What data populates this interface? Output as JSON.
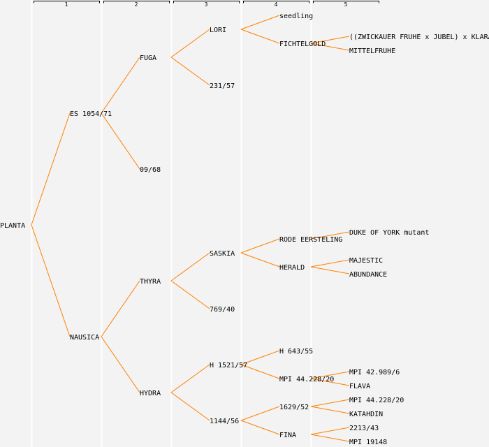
{
  "colors": {
    "background": "#f3f3f3",
    "branch": "#ff8000",
    "column_divider": "#ffffff",
    "text": "#000000"
  },
  "generations": [
    "1",
    "2",
    "3",
    "4",
    "5"
  ],
  "tree": {
    "name": "PLANTA",
    "children": [
      {
        "name": "ES 1054/71",
        "children": [
          {
            "name": "FUGA",
            "children": [
              {
                "name": "LORI",
                "children": [
                  {
                    "name": "seedling"
                  },
                  {
                    "name": "FICHTELGOLD",
                    "children": [
                      {
                        "name": "((ZWICKAUER FRUHE x JUBEL) x KLARA"
                      },
                      {
                        "name": "MITTELFRUHE"
                      }
                    ]
                  }
                ]
              },
              {
                "name": "231/57"
              }
            ]
          },
          {
            "name": "09/68"
          }
        ]
      },
      {
        "name": "NAUSICA",
        "children": [
          {
            "name": "THYRA",
            "children": [
              {
                "name": "SASKIA",
                "children": [
                  {
                    "name": "RODE EERSTELING",
                    "children": [
                      {
                        "name": "DUKE OF YORK mutant"
                      }
                    ]
                  },
                  {
                    "name": "HERALD",
                    "children": [
                      {
                        "name": "MAJESTIC"
                      },
                      {
                        "name": "ABUNDANCE"
                      }
                    ]
                  }
                ]
              },
              {
                "name": "769/40"
              }
            ]
          },
          {
            "name": "HYDRA",
            "children": [
              {
                "name": "H 1521/57",
                "children": [
                  {
                    "name": "H 643/55"
                  },
                  {
                    "name": "MPI 44.228/20",
                    "children": [
                      {
                        "name": "MPI 42.989/6"
                      },
                      {
                        "name": "FLAVA"
                      }
                    ]
                  }
                ]
              },
              {
                "name": "1144/56",
                "children": [
                  {
                    "name": "1629/52",
                    "children": [
                      {
                        "name": "MPI 44.228/20"
                      },
                      {
                        "name": "KATAHDIN"
                      }
                    ]
                  },
                  {
                    "name": "FINA",
                    "children": [
                      {
                        "name": "2213/43"
                      },
                      {
                        "name": "MPI 19148"
                      }
                    ]
                  }
                ]
              }
            ]
          }
        ]
      }
    ]
  }
}
